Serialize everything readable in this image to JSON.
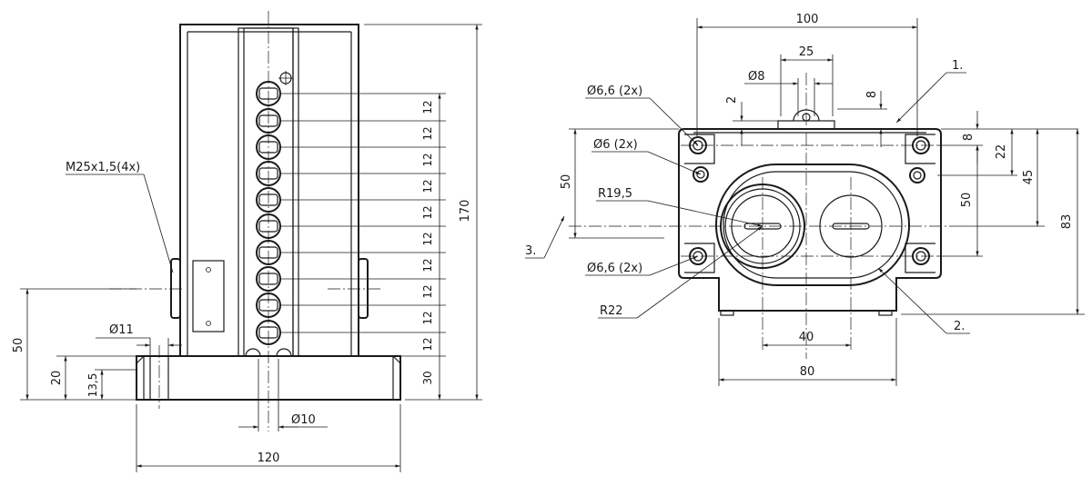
{
  "side_view": {
    "thread_label": "M25x1,5(4x)",
    "height_label": "170",
    "width_label": "120",
    "pitch_labels": [
      "12",
      "12",
      "12",
      "12",
      "12",
      "12",
      "12",
      "12",
      "12",
      "12"
    ],
    "base_label": "30",
    "dim_50": "50",
    "dim_20": "20",
    "dim_13_5": "13,5",
    "dim_d11": "Ø11",
    "dim_d10": "Ø10"
  },
  "front_view": {
    "dim_100": "100",
    "dim_25": "25",
    "dim_d8": "Ø8",
    "dim_2": "2",
    "dim_8_top": "8",
    "dim_8_right": "8",
    "dim_22": "22",
    "dim_45": "45",
    "dim_83": "83",
    "dim_50_left": "50",
    "dim_50_right": "50",
    "dim_40": "40",
    "dim_80": "80",
    "hole_66_top": "Ø6,6 (2x)",
    "hole_6": "Ø6 (2x)",
    "r195": "R19,5",
    "hole_66_bottom": "Ø6,6 (2x)",
    "r22": "R22",
    "callout_1": "1.",
    "callout_2": "2.",
    "callout_3": "3."
  }
}
